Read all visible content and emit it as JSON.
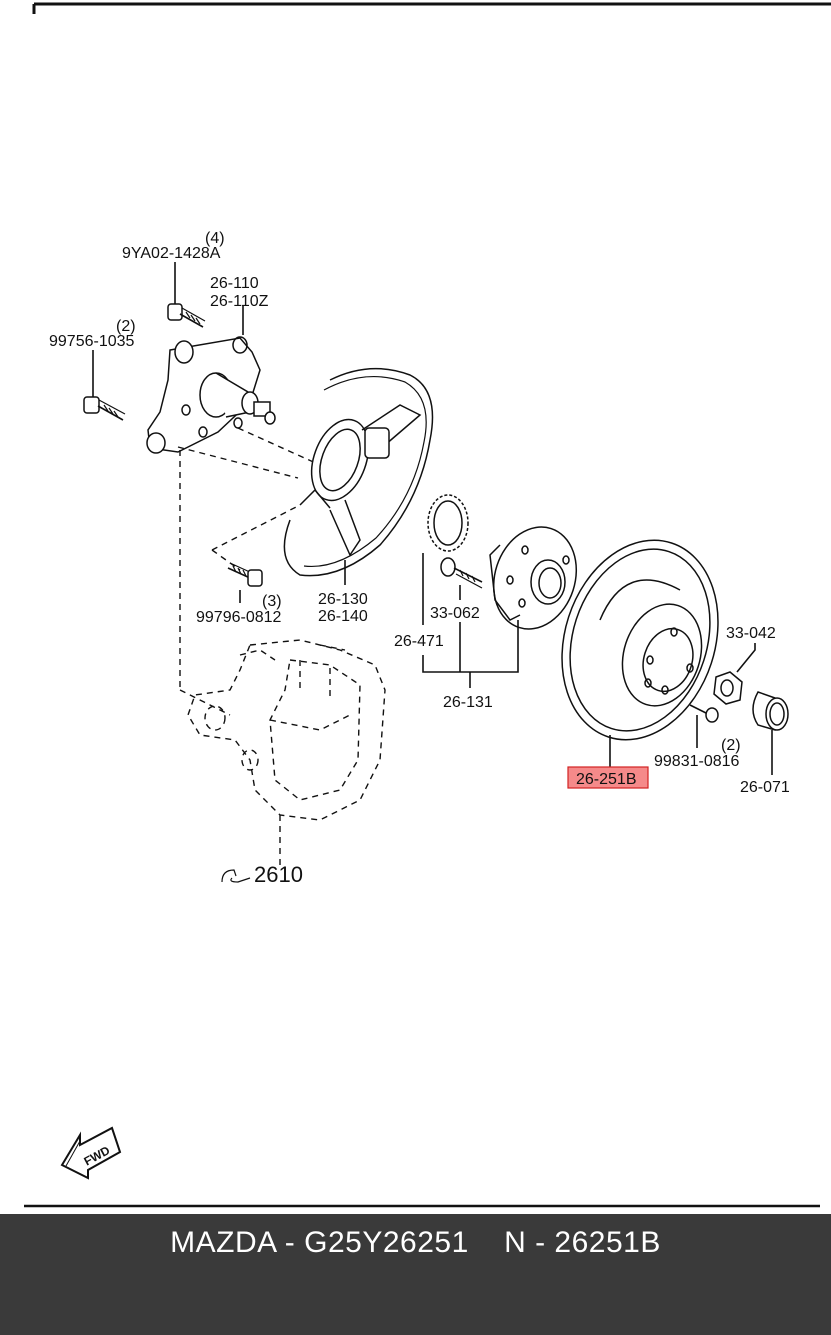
{
  "labels": {
    "qty_9ya02": "(4)",
    "part_9ya02": "9YA02-1428A",
    "part_26110": "26-110",
    "part_26110z": "26-110Z",
    "qty_99756": "(2)",
    "part_99756": "99756-1035",
    "qty_99796": "(3)",
    "part_99796": "99796-0812",
    "part_26130": "26-130",
    "part_26140": "26-140",
    "part_26471": "26-471",
    "part_33062": "33-062",
    "part_26131": "26-131",
    "part_33042": "33-042",
    "qty_99831": "(2)",
    "part_99831": "99831-0816",
    "part_26071": "26-071",
    "part_26251b": "26-251B",
    "part_2610": "2610",
    "fwd": "FWD"
  },
  "colors": {
    "highlight_fill": "#f58a8a",
    "highlight_stroke": "#d22222",
    "footer_bg": "#3a3a3a",
    "footer_text": "#ffffff"
  },
  "footer": {
    "text": "MAZDA - G25Y26251    N - 26251B"
  }
}
